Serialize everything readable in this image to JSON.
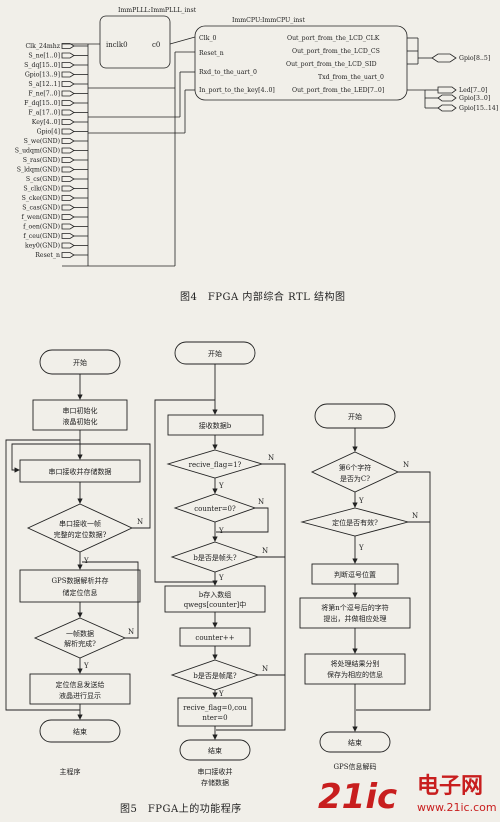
{
  "rtl": {
    "pll_instance": "ImmPLLL:ImmPLLL_inst",
    "pll_ports": {
      "in": "inclk0",
      "out": "c0"
    },
    "cpu_instance": "ImmCPU:ImmCPU_inst",
    "cpu_inputs": [
      "Clk_0",
      "Reset_n",
      "Rxd_to_the_uart_0",
      "In_port_to_the_key[4..0]"
    ],
    "cpu_outputs": [
      "Out_port_from_the_LCD_CLK",
      "Out_port_from_the_LCD_CS",
      "Out_port_from_the_LCD_SID",
      "Txd_from_the_uart_0",
      "Out_port_from_the_LED[7..0]"
    ],
    "left_pins": [
      "Clk_24mhz",
      "S_ne[1..0]",
      "S_dq[15..0]",
      "Gpio[13..9]",
      "S_a[12..1]",
      "F_ne[7..0]",
      "F_dq[15..0]",
      "F_a[17..0]",
      "Key[4..0]",
      "Gpio[4]",
      "S_we(GND)",
      "S_udqm(GND)",
      "S_ras(GND)",
      "S_ldqm(GND)",
      "S_cs(GND)",
      "S_clk(GND)",
      "S_cke(GND)",
      "S_cas(GND)",
      "f_wen(GND)",
      "f_oen(GND)",
      "f_ceu(GND)",
      "key0(GND)",
      "Reset_n"
    ],
    "right_pins": [
      "Gpio[8..5]",
      "Led[7..0]",
      "Gpio[3..0]",
      "Gpio[15..14]"
    ]
  },
  "figure4_caption": "图4　FPGA 内部综合 RTL 结构图",
  "flow_main": {
    "start": "开始",
    "init_line1": "串口初始化",
    "init_line2": "液晶初始化",
    "receive": "串口接收并存储数据",
    "check_line1": "串口接收一帧",
    "check_line2": "完整的定位数据?",
    "parse_line1": "GPS数据解析并存",
    "parse_line2": "储定位信息",
    "done_line1": "一帧数据",
    "done_line2": "解析完成?",
    "send_line1": "定位信息发送给",
    "send_line2": "液晶进行显示",
    "end": "结束",
    "caption": "主程序"
  },
  "flow_uart": {
    "start": "开始",
    "recv": "接收数据b",
    "flag": "recive_flag=1?",
    "counter": "counter=0?",
    "head": "b是否是帧头?",
    "store_line1": "b存入数组",
    "store_line2": "qwegs[counter]中",
    "inc": "counter++",
    "tail": "b是否是帧尾?",
    "reset_line1": "recive_flag=0,cou",
    "reset_line2": "nter=0",
    "end": "结束",
    "caption_line1": "串口接收并",
    "caption_line2": "存储数据"
  },
  "flow_gps": {
    "start": "开始",
    "q6_line1": "第6个字符",
    "q6_line2": "是否为C?",
    "valid": "定位是否有效?",
    "comma": "判断逗号位置",
    "extract_line1": "将第n个逗号后的字符",
    "extract_line2": "提出，并做相应处理",
    "save_line1": "将处理结果分别",
    "save_line2": "保存为相应的信息",
    "end": "结束",
    "caption": "GPS信息解码"
  },
  "yes": "Y",
  "no": "N",
  "figure5_caption": "图5　FPGA上的功能程序",
  "logo": {
    "number": "21ic",
    "cn": "电子网",
    "url": "www.21ic.com"
  }
}
